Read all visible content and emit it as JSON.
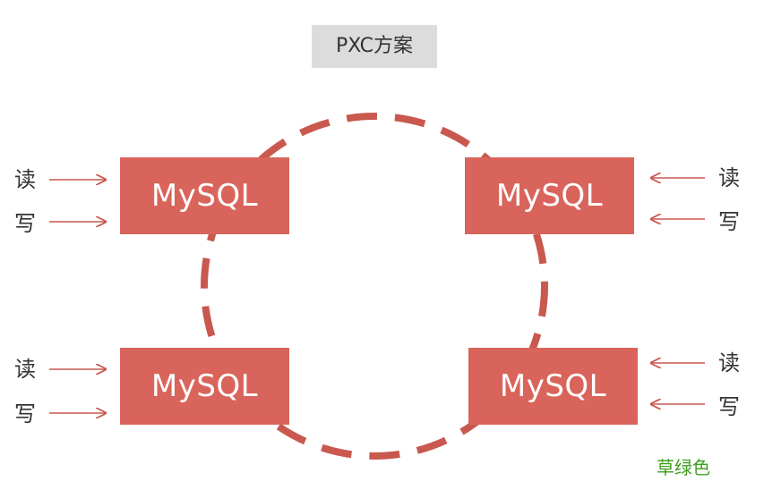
{
  "title": "PXC方案",
  "nodes": [
    {
      "label": "MySQL",
      "read": "读",
      "write": "写"
    },
    {
      "label": "MySQL",
      "read": "读",
      "write": "写"
    },
    {
      "label": "MySQL",
      "read": "读",
      "write": "写"
    },
    {
      "label": "MySQL",
      "read": "读",
      "write": "写"
    }
  ],
  "watermark": "草绿色",
  "colors": {
    "node_fill": "#d9645b",
    "ring": "#c9584f",
    "arrow": "#c9584f",
    "title_bg": "#dcdcdc",
    "watermark": "#3f9f1e"
  }
}
